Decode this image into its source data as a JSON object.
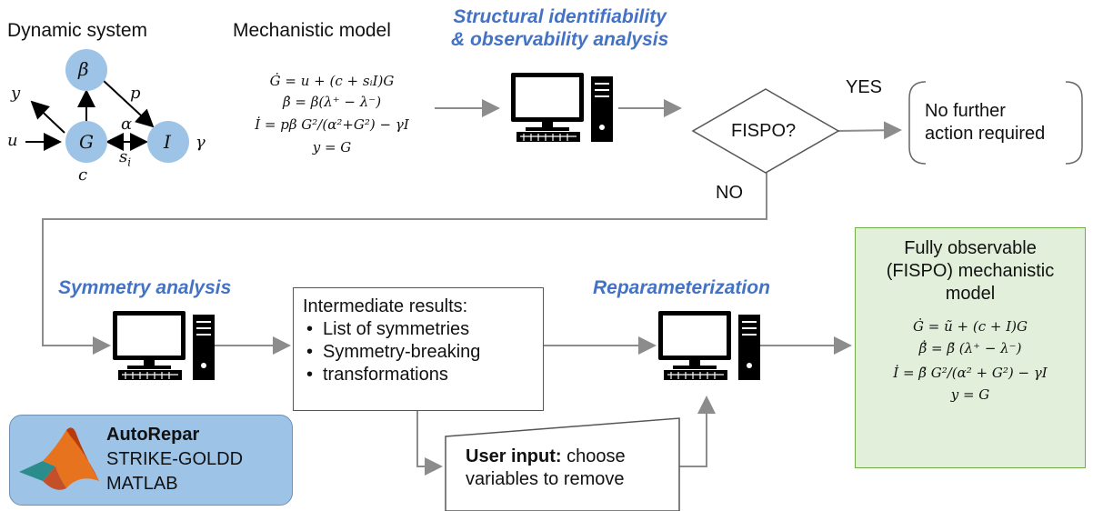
{
  "system": {
    "title": "Dynamic system",
    "nodes": {
      "beta": "β",
      "G": "G",
      "I": "I"
    },
    "labels": {
      "y": "y",
      "u": "u",
      "p": "p",
      "alpha": "α",
      "gamma": "γ",
      "c": "c",
      "si": "s",
      "si_sub": "i"
    }
  },
  "model": {
    "title": "Mechanistic model",
    "equations": [
      "Ġ = u + (c + sᵢI)G",
      "β̇ = β(λ⁺ − λ⁻)",
      "İ = pβ G²/(α²+G²) − γI",
      "y = G"
    ]
  },
  "analysis": {
    "title_line1": "Structural identifiability",
    "title_line2": "& observability analysis"
  },
  "decision": {
    "label": "FISPO?",
    "yes": "YES",
    "no": "NO"
  },
  "no_action": {
    "line1": "No further",
    "line2": "action required"
  },
  "symmetry": {
    "title": "Symmetry analysis"
  },
  "intermediate": {
    "title": "Intermediate results:",
    "items": [
      "List of symmetries",
      "Symmetry-breaking",
      "transformations"
    ]
  },
  "reparam": {
    "title": "Reparameterization"
  },
  "user_input": {
    "bold": "User input:",
    "rest": " choose",
    "line2": "variables to remove"
  },
  "final": {
    "line1": "Fully observable",
    "line2": "(FISPO) mechanistic",
    "line3": "model",
    "equations": [
      "Ġ = ũ + (c + I)G",
      "β̃̇ = β̃ (λ⁺ − λ⁻)",
      "İ = β̃ G²/(α² + G²) − γI",
      "y = G"
    ]
  },
  "tools": {
    "line1": "AutoRepar",
    "line2": "STRIKE-GOLDD",
    "line3": "MATLAB"
  },
  "colors": {
    "accent_blue": "#4472c4",
    "node_fill": "#9dc3e6",
    "green_fill": "#e2efda",
    "green_border": "#70ad47",
    "arrow": "#808080"
  }
}
